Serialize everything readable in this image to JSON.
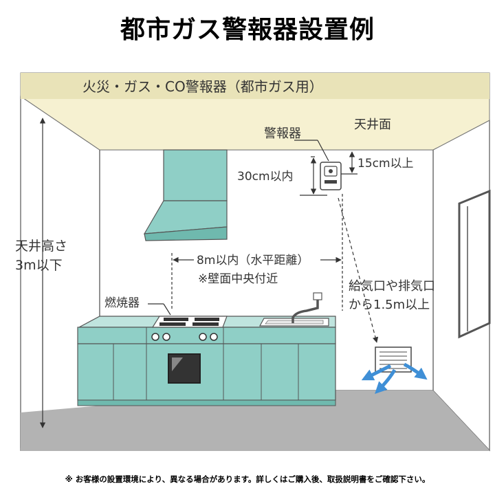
{
  "title": "都市ガス警報器設置例",
  "banner": "火災・ガス・CO警報器（都市ガス用）",
  "labels": {
    "ceiling_surface": "天井面",
    "alarm": "警報器",
    "within_30cm": "30cm以内",
    "over_15cm": "15cm以上",
    "ceiling_height_1": "天井高さ",
    "ceiling_height_2": "3m以下",
    "horizontal_distance": "8m以内（水平距離）",
    "wall_center_note": "※壁面中央付近",
    "burner": "燃焼器",
    "vent_1": "給気口や排気口",
    "vent_2": "から1.5m以上"
  },
  "footnote": "※ お客様の設置環境により、異なる場合があります。詳しくはご購入後、取扱説明書をご確認下さい。",
  "colors": {
    "ceiling": "#f6f1d1",
    "ceiling_band": "#e6dfb0",
    "floor": "#b0b0b0",
    "cabinet": "#8fcfc6",
    "cabinet_top": "#bfe4de",
    "hood": "#8fcfc6",
    "outline": "#555555",
    "airflow_arrow": "#3f8fd6"
  }
}
